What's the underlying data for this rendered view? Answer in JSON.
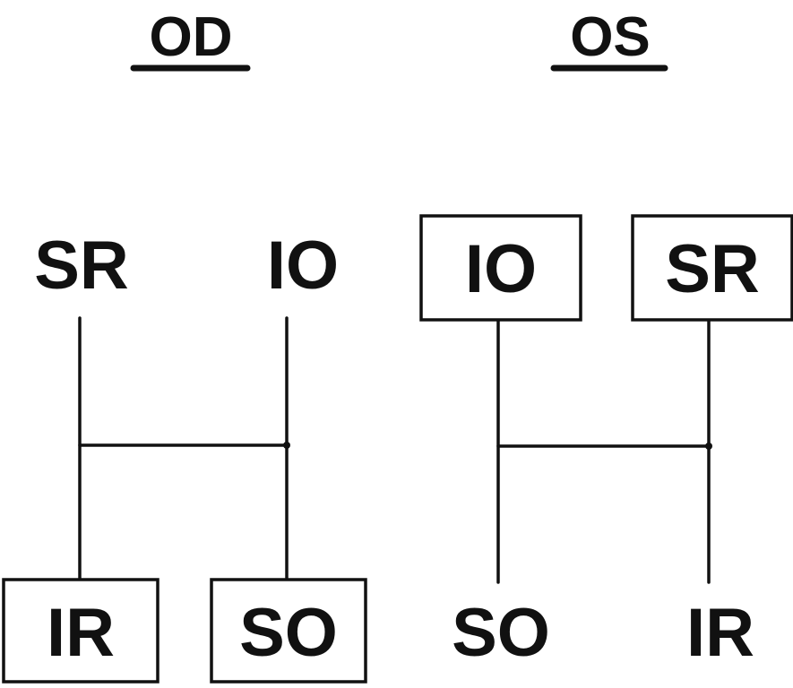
{
  "od": {
    "title": "OD",
    "top_left": "SR",
    "top_right": "IO",
    "bottom_left": "IR",
    "bottom_right": "SO",
    "boxed": [
      "IR",
      "SO"
    ]
  },
  "os": {
    "title": "OS",
    "top_left": "IO",
    "top_right": "SR",
    "bottom_left": "SO",
    "bottom_right": "IR",
    "boxed": [
      "IO",
      "SR"
    ]
  },
  "colors": {
    "ink": "#111111",
    "background": "#ffffff"
  }
}
